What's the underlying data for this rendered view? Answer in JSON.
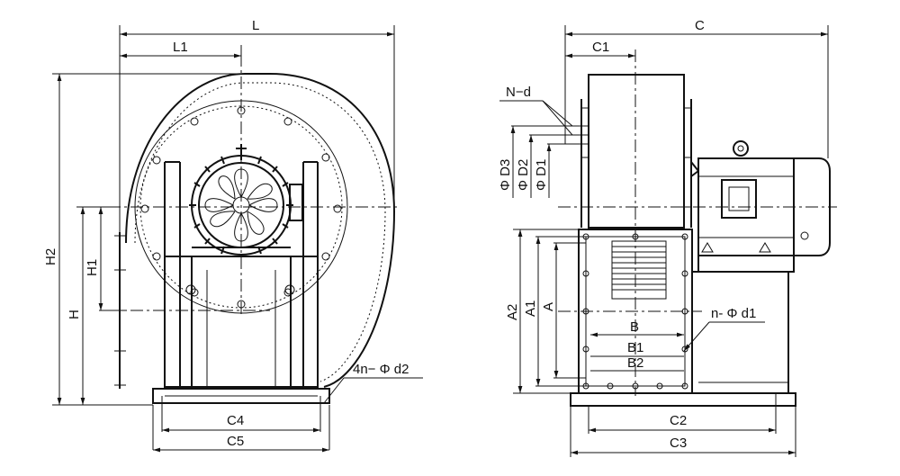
{
  "left_view": {
    "dim_L": "L",
    "dim_L1": "L1",
    "dim_H2": "H2",
    "dim_H1": "H1",
    "dim_H": "H",
    "dim_C4": "C4",
    "dim_C5": "C5",
    "note_4n_d2": "4n− Φ d2"
  },
  "right_view": {
    "dim_C": "C",
    "dim_C1": "C1",
    "note_Nd": "N−d",
    "dim_D3": "Φ D3",
    "dim_D2": "Φ D2",
    "dim_D1": "Φ D1",
    "dim_A2": "A2",
    "dim_A1": "A1",
    "dim_A": "A",
    "dim_B": "B",
    "dim_B1": "B1",
    "dim_B2": "B2",
    "note_n_d1": "n- Φ d1",
    "dim_C2": "C2",
    "dim_C3": "C3"
  },
  "icons": {
    "motor": "electric-motor",
    "impeller": "fan-impeller"
  }
}
